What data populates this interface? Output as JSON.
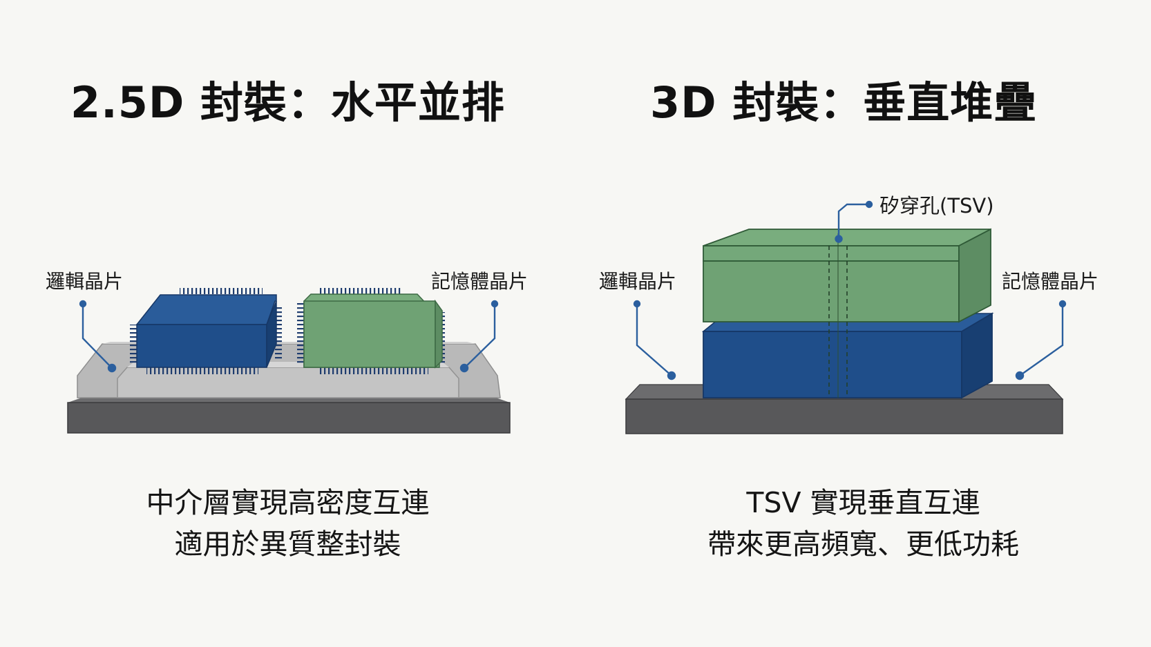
{
  "left": {
    "title": "2.5D 封裝：水平並排",
    "label_logic": "邏輯晶片",
    "label_memory": "記憶體晶片",
    "caption_line1": "中介層實現高密度互連",
    "caption_line2": "適用於異質整封裝"
  },
  "right": {
    "title": "3D 封裝：垂直堆疊",
    "label_logic": "邏輯晶片",
    "label_memory": "記憶體晶片",
    "label_tsv": "矽穿孔(TSV)",
    "caption_line1": "TSV 實現垂直互連",
    "caption_line2": "帶來更高頻寬、更低功耗"
  },
  "colors": {
    "logic_die": "#1f4e8a",
    "memory_die": "#6fa274",
    "substrate": "#58585a",
    "interposer": "#bdbdbd",
    "leader_line": "#2b5f9e"
  }
}
